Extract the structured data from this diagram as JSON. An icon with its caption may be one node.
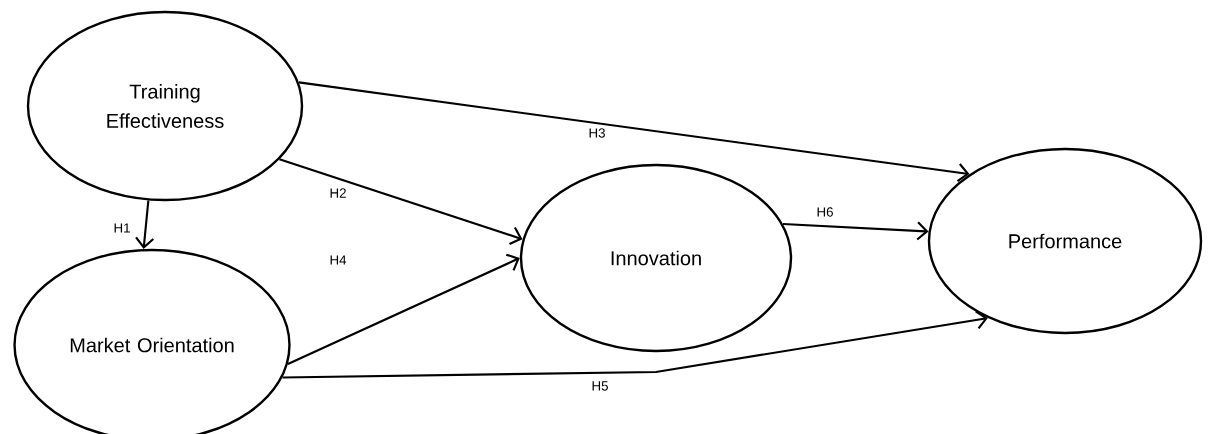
{
  "diagram": {
    "nodes": [
      {
        "text": [
          "Training Effectiveness"
        ]
      },
      {
        "text": [
          "Market Orientation"
        ]
      },
      {
        "text": [
          "Innovation"
        ]
      },
      {
        "text": [
          "Performance"
        ]
      }
    ],
    "edges": [
      {
        "from": 0,
        "to": 1,
        "arrow": "to",
        "label": "H1"
      },
      {
        "from": 0,
        "to": 2,
        "arrow": "to",
        "label": "H2"
      },
      {
        "from": 0,
        "to": 3,
        "arrow": "to",
        "label": "H3"
      },
      {
        "from": 1,
        "to": 2,
        "arrow": "to",
        "label": "H4"
      },
      {
        "from": 1,
        "to": 3,
        "arrow": "to",
        "label": "H5"
      },
      {
        "from": 2,
        "to": 3,
        "arrow": "to",
        "label": "H6"
      }
    ]
  }
}
